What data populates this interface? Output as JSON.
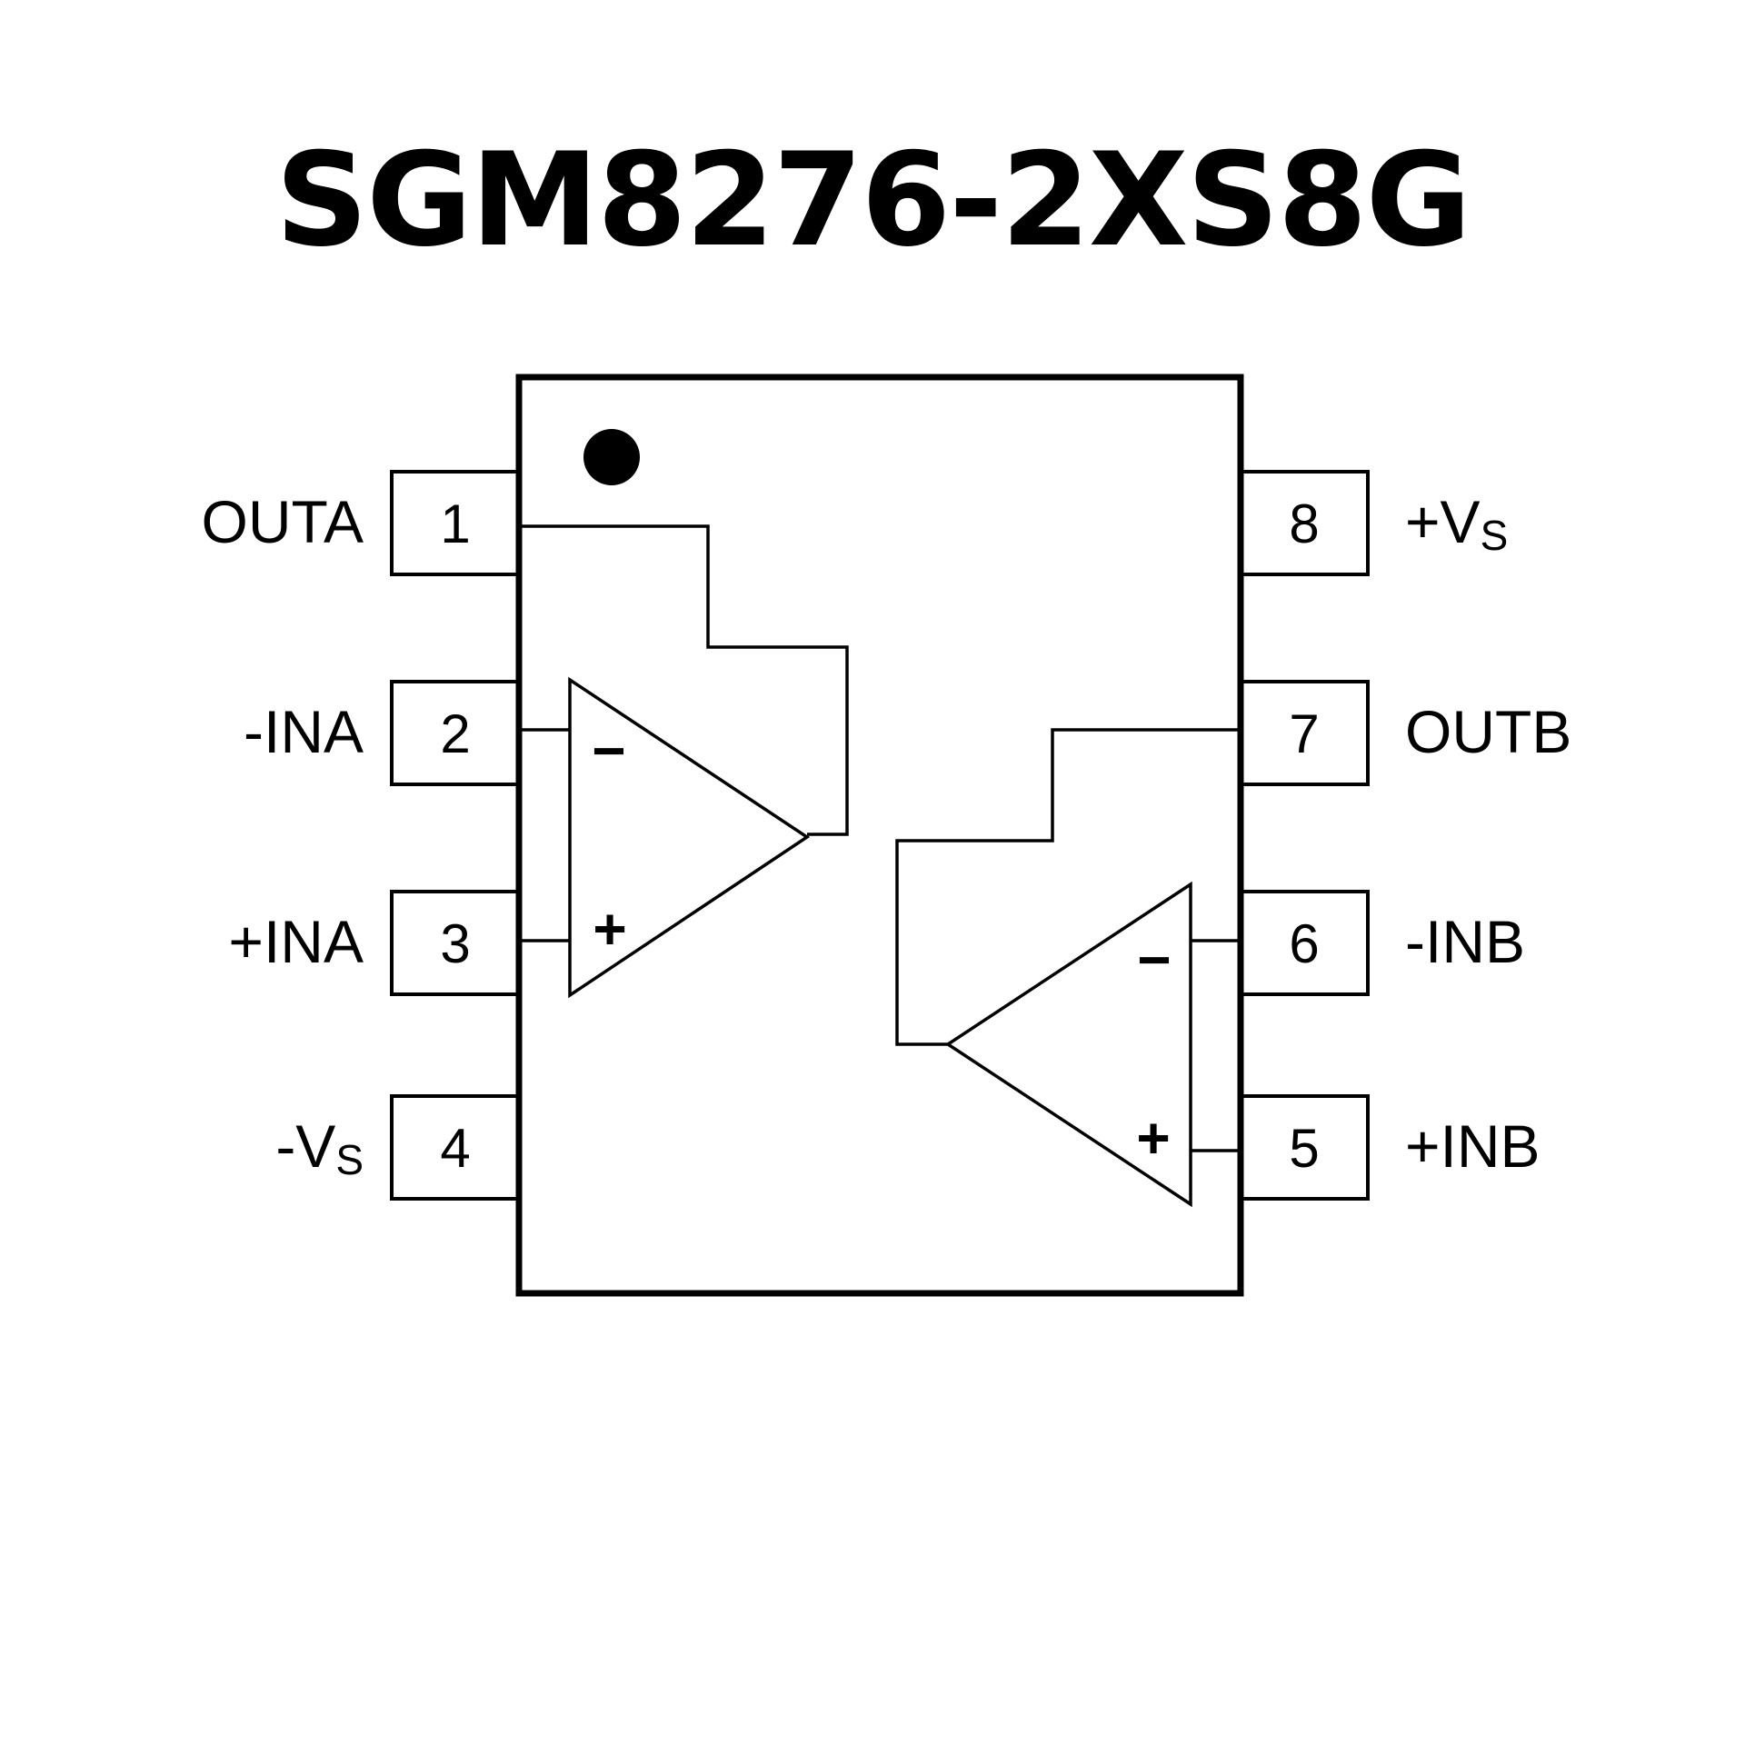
{
  "title": "SGM8276-2XS8G",
  "colors": {
    "ink": "#000000",
    "background": "#ffffff"
  },
  "package": {
    "pin1_marker": "pin-1-dot",
    "left_pins": [
      {
        "number": "1",
        "label": "OUTA",
        "label_sub": ""
      },
      {
        "number": "2",
        "label": "-INA",
        "label_sub": ""
      },
      {
        "number": "3",
        "label": "+INA",
        "label_sub": ""
      },
      {
        "number": "4",
        "label": "-V",
        "label_sub": "S"
      }
    ],
    "right_pins": [
      {
        "number": "8",
        "label": "+V",
        "label_sub": "S"
      },
      {
        "number": "7",
        "label": "OUTB",
        "label_sub": ""
      },
      {
        "number": "6",
        "label": "-INB",
        "label_sub": ""
      },
      {
        "number": "5",
        "label": "+INB",
        "label_sub": ""
      }
    ]
  },
  "amplifiers": {
    "a": {
      "minus": "−",
      "plus": "+"
    },
    "b": {
      "minus": "−",
      "plus": "+"
    }
  }
}
